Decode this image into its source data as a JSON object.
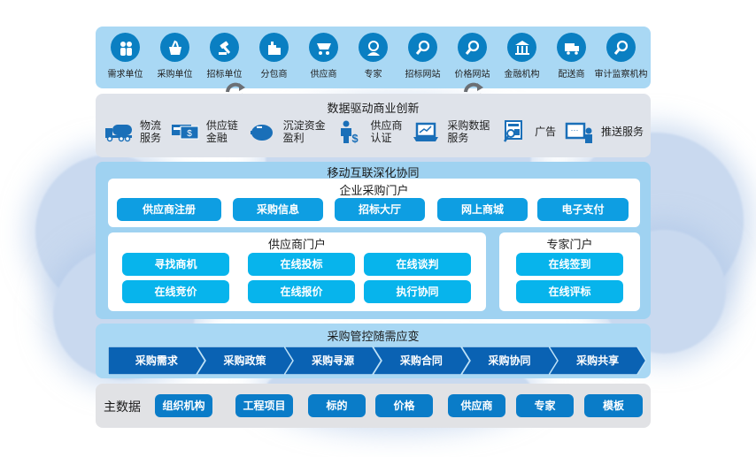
{
  "colors": {
    "top_layer_bg": "#a9d8f4",
    "icon_circle": "#0a7fc2",
    "service_layer_bg": "#dfe3ea",
    "mobile_layer_bg": "#9fd2f1",
    "enterprise_button": "#0e9ee2",
    "supplier_button": "#07b4ec",
    "chevron": "#0a62b3",
    "master_data_button": "#0a7cc8",
    "icon_dark": "#1a6fb8"
  },
  "participants": [
    {
      "label": "需求单位",
      "icon": "people-icon"
    },
    {
      "label": "采购单位",
      "icon": "basket-icon"
    },
    {
      "label": "招标单位",
      "icon": "gavel-icon"
    },
    {
      "label": "分包商",
      "icon": "boxes-icon"
    },
    {
      "label": "供应商",
      "icon": "cart-icon"
    },
    {
      "label": "专家",
      "icon": "expert-icon"
    },
    {
      "label": "招标网站",
      "icon": "search-icon"
    },
    {
      "label": "价格网站",
      "icon": "search-icon"
    },
    {
      "label": "金融机构",
      "icon": "bank-icon"
    },
    {
      "label": "配送商",
      "icon": "truck-icon"
    },
    {
      "label": "审计监察机构",
      "icon": "search-icon"
    }
  ],
  "innovation": {
    "title": "数据驱动商业创新",
    "services": [
      {
        "label_line1": "物流",
        "label_line2": "服务",
        "icon": "tanker-truck-icon"
      },
      {
        "label_line1": "供应链",
        "label_line2": "金融",
        "icon": "money-icon"
      },
      {
        "label_line1": "沉淀资金",
        "label_line2": "盈利",
        "icon": "piggy-bank-icon"
      },
      {
        "label_line1": "供应商",
        "label_line2": "认证",
        "icon": "businessman-dollar-icon"
      },
      {
        "label_line1": "采购数据",
        "label_line2": "服务",
        "icon": "laptop-chart-icon"
      },
      {
        "label_line1": "广告",
        "label_line2": "",
        "icon": "newspaper-icon"
      },
      {
        "label_line1": "推送服务",
        "label_line2": "",
        "icon": "chat-person-icon"
      }
    ]
  },
  "mobile": {
    "title": "移动互联深化协同",
    "enterprise_portal": {
      "title": "企业采购门户",
      "buttons": [
        "供应商注册",
        "采购信息",
        "招标大厅",
        "网上商城",
        "电子支付"
      ]
    },
    "supplier_portal": {
      "title": "供应商门户",
      "buttons": [
        "寻找商机",
        "在线投标",
        "在线谈判",
        "在线竞价",
        "在线报价",
        "执行协同"
      ]
    },
    "expert_portal": {
      "title": "专家门户",
      "buttons": [
        "在线签到",
        "在线评标"
      ]
    }
  },
  "control": {
    "title": "采购管控随需应变",
    "steps": [
      "采购需求",
      "采购政策",
      "采购寻源",
      "采购合同",
      "采购协同",
      "采购共享"
    ]
  },
  "master_data": {
    "label": "主数据",
    "items": [
      "组织机构",
      "工程项目",
      "标的",
      "价格",
      "供应商",
      "专家",
      "模板"
    ]
  }
}
